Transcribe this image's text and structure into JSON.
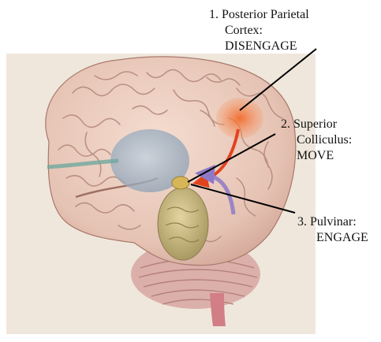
{
  "labels": {
    "ppc": {
      "num": "1.",
      "line1": "Posterior Parietal",
      "line2": "Cortex:",
      "line3": "DISENGAGE"
    },
    "sc": {
      "num": "2.",
      "line1": "Superior",
      "line2": "Colliculus:",
      "line3": "MOVE"
    },
    "pulvinar": {
      "num": "3.",
      "line1": "Pulvinar:",
      "line2": "ENGAGE"
    }
  },
  "colors": {
    "background": "#ffffff",
    "paper": "#efe7dc",
    "brain_surface": "#e9cbbe",
    "sulci": "#b98f82",
    "parietal_highlight": "#f07a3a",
    "pathway_red": "#e2431f",
    "pathway_purple": "#8d79c8",
    "pathway_teal": "#6fa89e",
    "thalamus": "#a7b7c9",
    "pulvinar": "#d7b65a",
    "brainstem": "#c9b68a",
    "cerebellum": "#d6a9a4",
    "leader_line": "#000000"
  }
}
